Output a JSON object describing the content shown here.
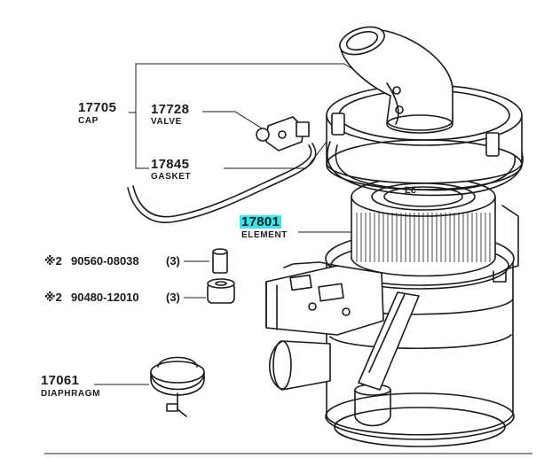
{
  "parts": [
    {
      "id": "cap",
      "number": "17705",
      "name": "CAP"
    },
    {
      "id": "valve",
      "number": "17728",
      "name": "VALVE"
    },
    {
      "id": "gasket",
      "number": "17845",
      "name": "GASKET"
    },
    {
      "id": "element",
      "number": "17801",
      "name": "ELEMENT",
      "highlight": "#34e6f0"
    },
    {
      "id": "diaphragm",
      "number": "17061",
      "name": "DIAPHRAGM"
    }
  ],
  "hardware": [
    {
      "id": "bolt",
      "mark": "※2",
      "number": "90560-08038",
      "qty": "(3)"
    },
    {
      "id": "cushion",
      "mark": "※2",
      "number": "90480-12010",
      "qty": "(3)"
    }
  ],
  "housing_label": "Lc"
}
